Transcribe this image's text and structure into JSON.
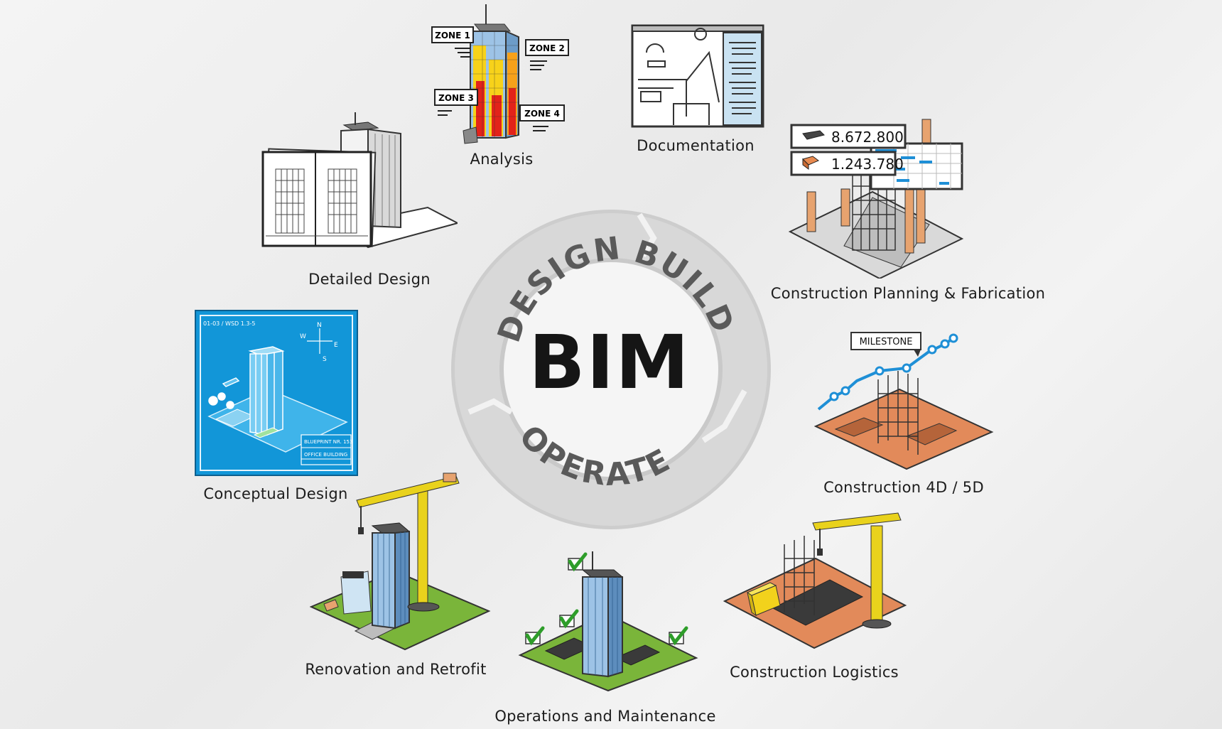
{
  "center": {
    "title": "BIM"
  },
  "ring": {
    "stages": [
      "DESIGN",
      "BUILD",
      "OPERATE"
    ],
    "ring_color": "#cfcfcf",
    "ring_text_color": "#5a5a5a"
  },
  "stages": [
    {
      "label": "Analysis",
      "icon": "analysis-tower-icon"
    },
    {
      "label": "Documentation",
      "icon": "documentation-plan-icon"
    },
    {
      "label": "Construction Planning & Fabrication",
      "icon": "construction-planning-icon"
    },
    {
      "label": "Construction 4D / 5D",
      "icon": "construction-4d-5d-icon"
    },
    {
      "label": "Construction Logistics",
      "icon": "construction-logistics-icon"
    },
    {
      "label": "Operations and Maintenance",
      "icon": "operations-maintenance-icon"
    },
    {
      "label": "Renovation and Retrofit",
      "icon": "renovation-retrofit-icon"
    },
    {
      "label": "Conceptual Design",
      "icon": "conceptual-design-icon"
    },
    {
      "label": "Detailed Design",
      "icon": "detailed-design-icon"
    }
  ],
  "analysis_zones": [
    "ZONE 1",
    "ZONE 2",
    "ZONE 3",
    "ZONE 4"
  ],
  "planning_values": [
    "8.672.800",
    "1.243.780"
  ],
  "milestone_label": "MILESTONE",
  "blueprint_text": {
    "code": "01-03 / WSD 1.3-5",
    "sheet": "BLUEPRINT NR. 153",
    "building": "OFFICE BUILDING",
    "compass": [
      "N",
      "W",
      "E",
      "S"
    ]
  },
  "colors": {
    "blueprint": "#1296d8",
    "glass": "#7fb6de",
    "crane": "#e9d21c",
    "terrain": "#7ab53a",
    "site": "#e28a5a",
    "heat_red": "#e2231a",
    "heat_yellow": "#f7d21a",
    "timeline_blue": "#1e8fd6"
  }
}
